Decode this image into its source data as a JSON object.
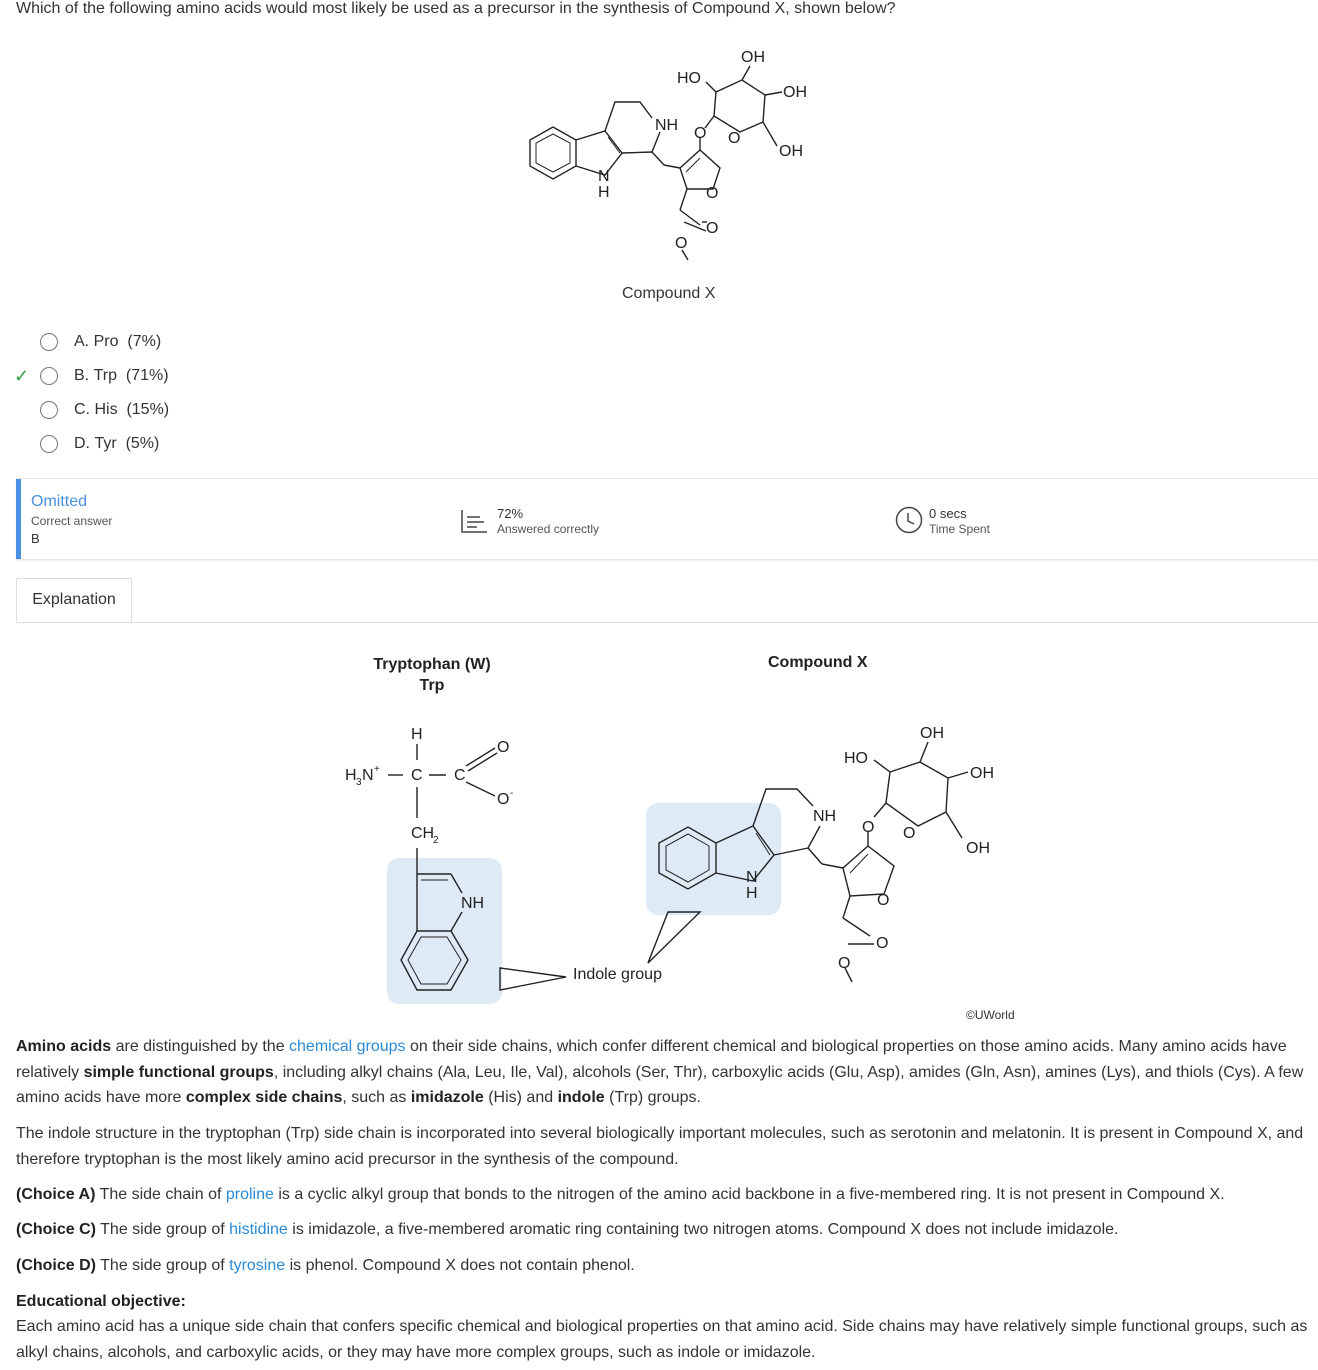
{
  "question": "Which of the following amino acids would most likely be used as a precursor in the synthesis of Compound X, shown below?",
  "figure1": {
    "caption": "Compound X",
    "atoms": {
      "ho": "HO",
      "oh_top": "OH",
      "oh_right": "OH",
      "oh_bottom": "OH",
      "nh": "NH",
      "o": "O",
      "n": "N",
      "h": "H"
    }
  },
  "choices": [
    {
      "letter": "A.",
      "name": "Pro",
      "pct": "(7%)",
      "correct": false
    },
    {
      "letter": "B.",
      "name": "Trp",
      "pct": "(71%)",
      "correct": true
    },
    {
      "letter": "C.",
      "name": "His",
      "pct": "(15%)",
      "correct": false
    },
    {
      "letter": "D.",
      "name": "Tyr",
      "pct": "(5%)",
      "correct": false
    }
  ],
  "stats": {
    "status": "Omitted",
    "correct_answer_label": "Correct answer",
    "correct_answer": "B",
    "percent": "72%",
    "percent_label": "Answered correctly",
    "time": "0 secs",
    "time_label": "Time Spent"
  },
  "tab": "Explanation",
  "figure2": {
    "trp_title_1": "Tryptophan (W)",
    "trp_title_2": "Trp",
    "compound_title": "Compound X",
    "indole_label": "Indole group",
    "copyright": "©UWorld",
    "atoms": {
      "h": "H",
      "h3n": "H3N+",
      "c": "C",
      "ch2": "CH2",
      "nh": "NH",
      "o": "O",
      "o_minus": "O-",
      "oh": "OH",
      "ho": "HO",
      "n": "N"
    }
  },
  "explanation": {
    "p1": {
      "s1_bold": "Amino acids",
      "s1": " are distinguished by the ",
      "link1": "chemical groups",
      "s2": " on their side chains, which confer different chemical and biological properties on those amino acids.  Many amino acids have relatively ",
      "bold2": "simple functional groups",
      "s3": ", including alkyl chains (Ala, Leu, Ile, Val), alcohols (Ser, Thr), carboxylic acids (Glu, Asp), amides (Gln, Asn), amines (Lys), and thiols (Cys).  A few amino acids have more ",
      "bold3": "complex side chains",
      "s4": ", such as ",
      "bold4": "imidazole",
      "s5": " (His) and ",
      "bold5": "indole",
      "s6": " (Trp) groups."
    },
    "p2": "The indole structure in the tryptophan (Trp) side chain is incorporated into several biologically important molecules, such as serotonin and melatonin.  It is present in Compound X, and therefore tryptophan is the most likely amino acid precursor in the synthesis of the compound.",
    "choice_a": {
      "label": "(Choice A)",
      "t1": " The side chain of ",
      "link": "proline",
      "t2": " is a cyclic alkyl group that bonds to the nitrogen of the amino acid backbone in a five-membered ring.  It is not present in Compound X."
    },
    "choice_c": {
      "label": "(Choice C)",
      "t1": " The side group of ",
      "link": "histidine",
      "t2": " is imidazole, a five-membered aromatic ring containing two nitrogen atoms.  Compound X does not include imidazole."
    },
    "choice_d": {
      "label": "(Choice D)",
      "t1": " The side group of ",
      "link": "tyrosine",
      "t2": " is phenol.  Compound X does not contain phenol."
    },
    "objective_label": "Educational objective:",
    "objective": "Each amino acid has a unique side chain that confers specific chemical and biological properties on that amino acid.  Side chains may have relatively simple functional groups, such as alkyl chains, alcohols, and carboxylic acids, or they may have more complex groups, such as indole or imidazole."
  },
  "colors": {
    "link": "#2a8ad6",
    "accent": "#4a90e2",
    "check": "#2e9e45",
    "highlight": "#deebf7"
  }
}
